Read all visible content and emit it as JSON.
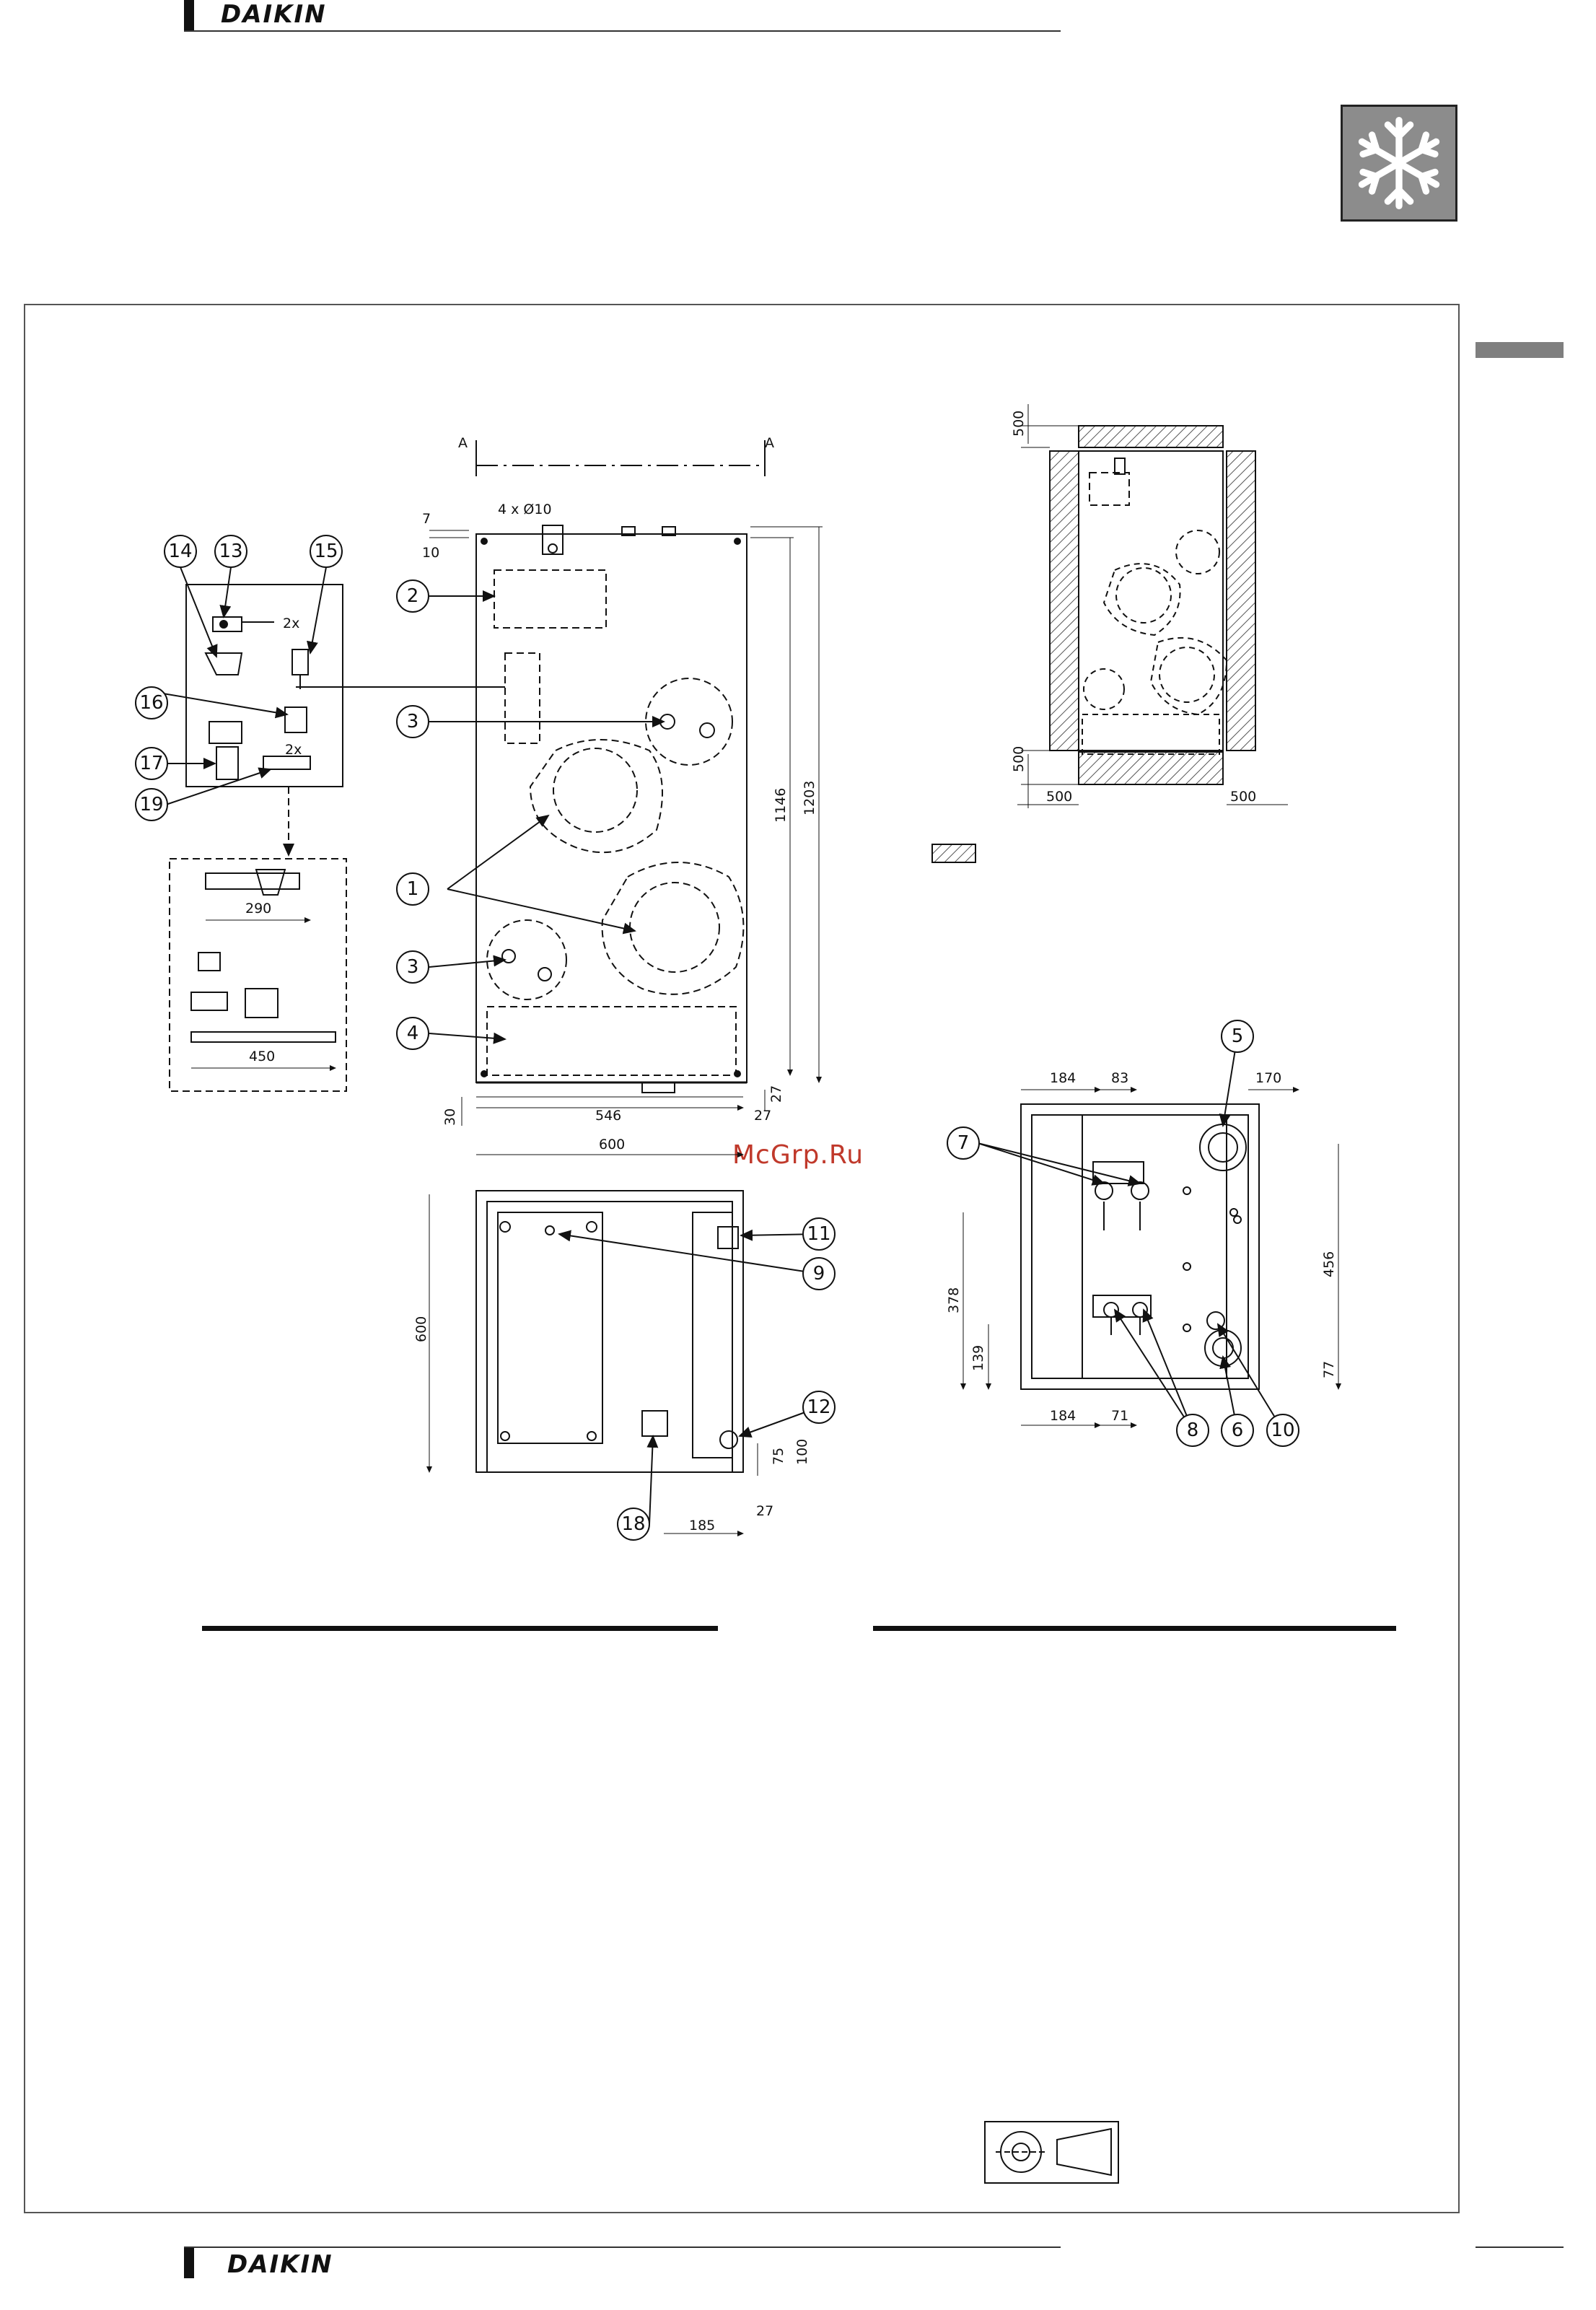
{
  "brand": {
    "name": "DAIKIN"
  },
  "watermark": "McGrp.Ru",
  "section": {
    "label": "A"
  },
  "dims": {
    "holes": "4 x Ø10",
    "top7": "7",
    "top10": "10",
    "h1146": "1146",
    "h1203": "1203",
    "w546": "546",
    "w27a": "27",
    "w27b": "27",
    "h30": "30",
    "w600": "600",
    "d600": "600",
    "d75": "75",
    "d100": "100",
    "d185": "185",
    "d27c": "27",
    "k290": "290",
    "k450": "450",
    "kit2x_a": "2x",
    "kit2x_b": "2x",
    "s500_top": "500",
    "s500_bottom": "500",
    "s500_left": "500",
    "s500_right": "500",
    "r184_top": "184",
    "r83": "83",
    "r170": "170",
    "r456": "456",
    "r378": "378",
    "r139": "139",
    "r77": "77",
    "r184_bot": "184",
    "r71": "71"
  },
  "callouts": [
    "1",
    "2",
    "3",
    "3",
    "4",
    "5",
    "6",
    "7",
    "8",
    "9",
    "10",
    "11",
    "12",
    "13",
    "14",
    "15",
    "16",
    "17",
    "18",
    "19"
  ],
  "colors": {
    "accent": "#111111",
    "hatch": "#555555",
    "watermark": "#c0392b"
  }
}
